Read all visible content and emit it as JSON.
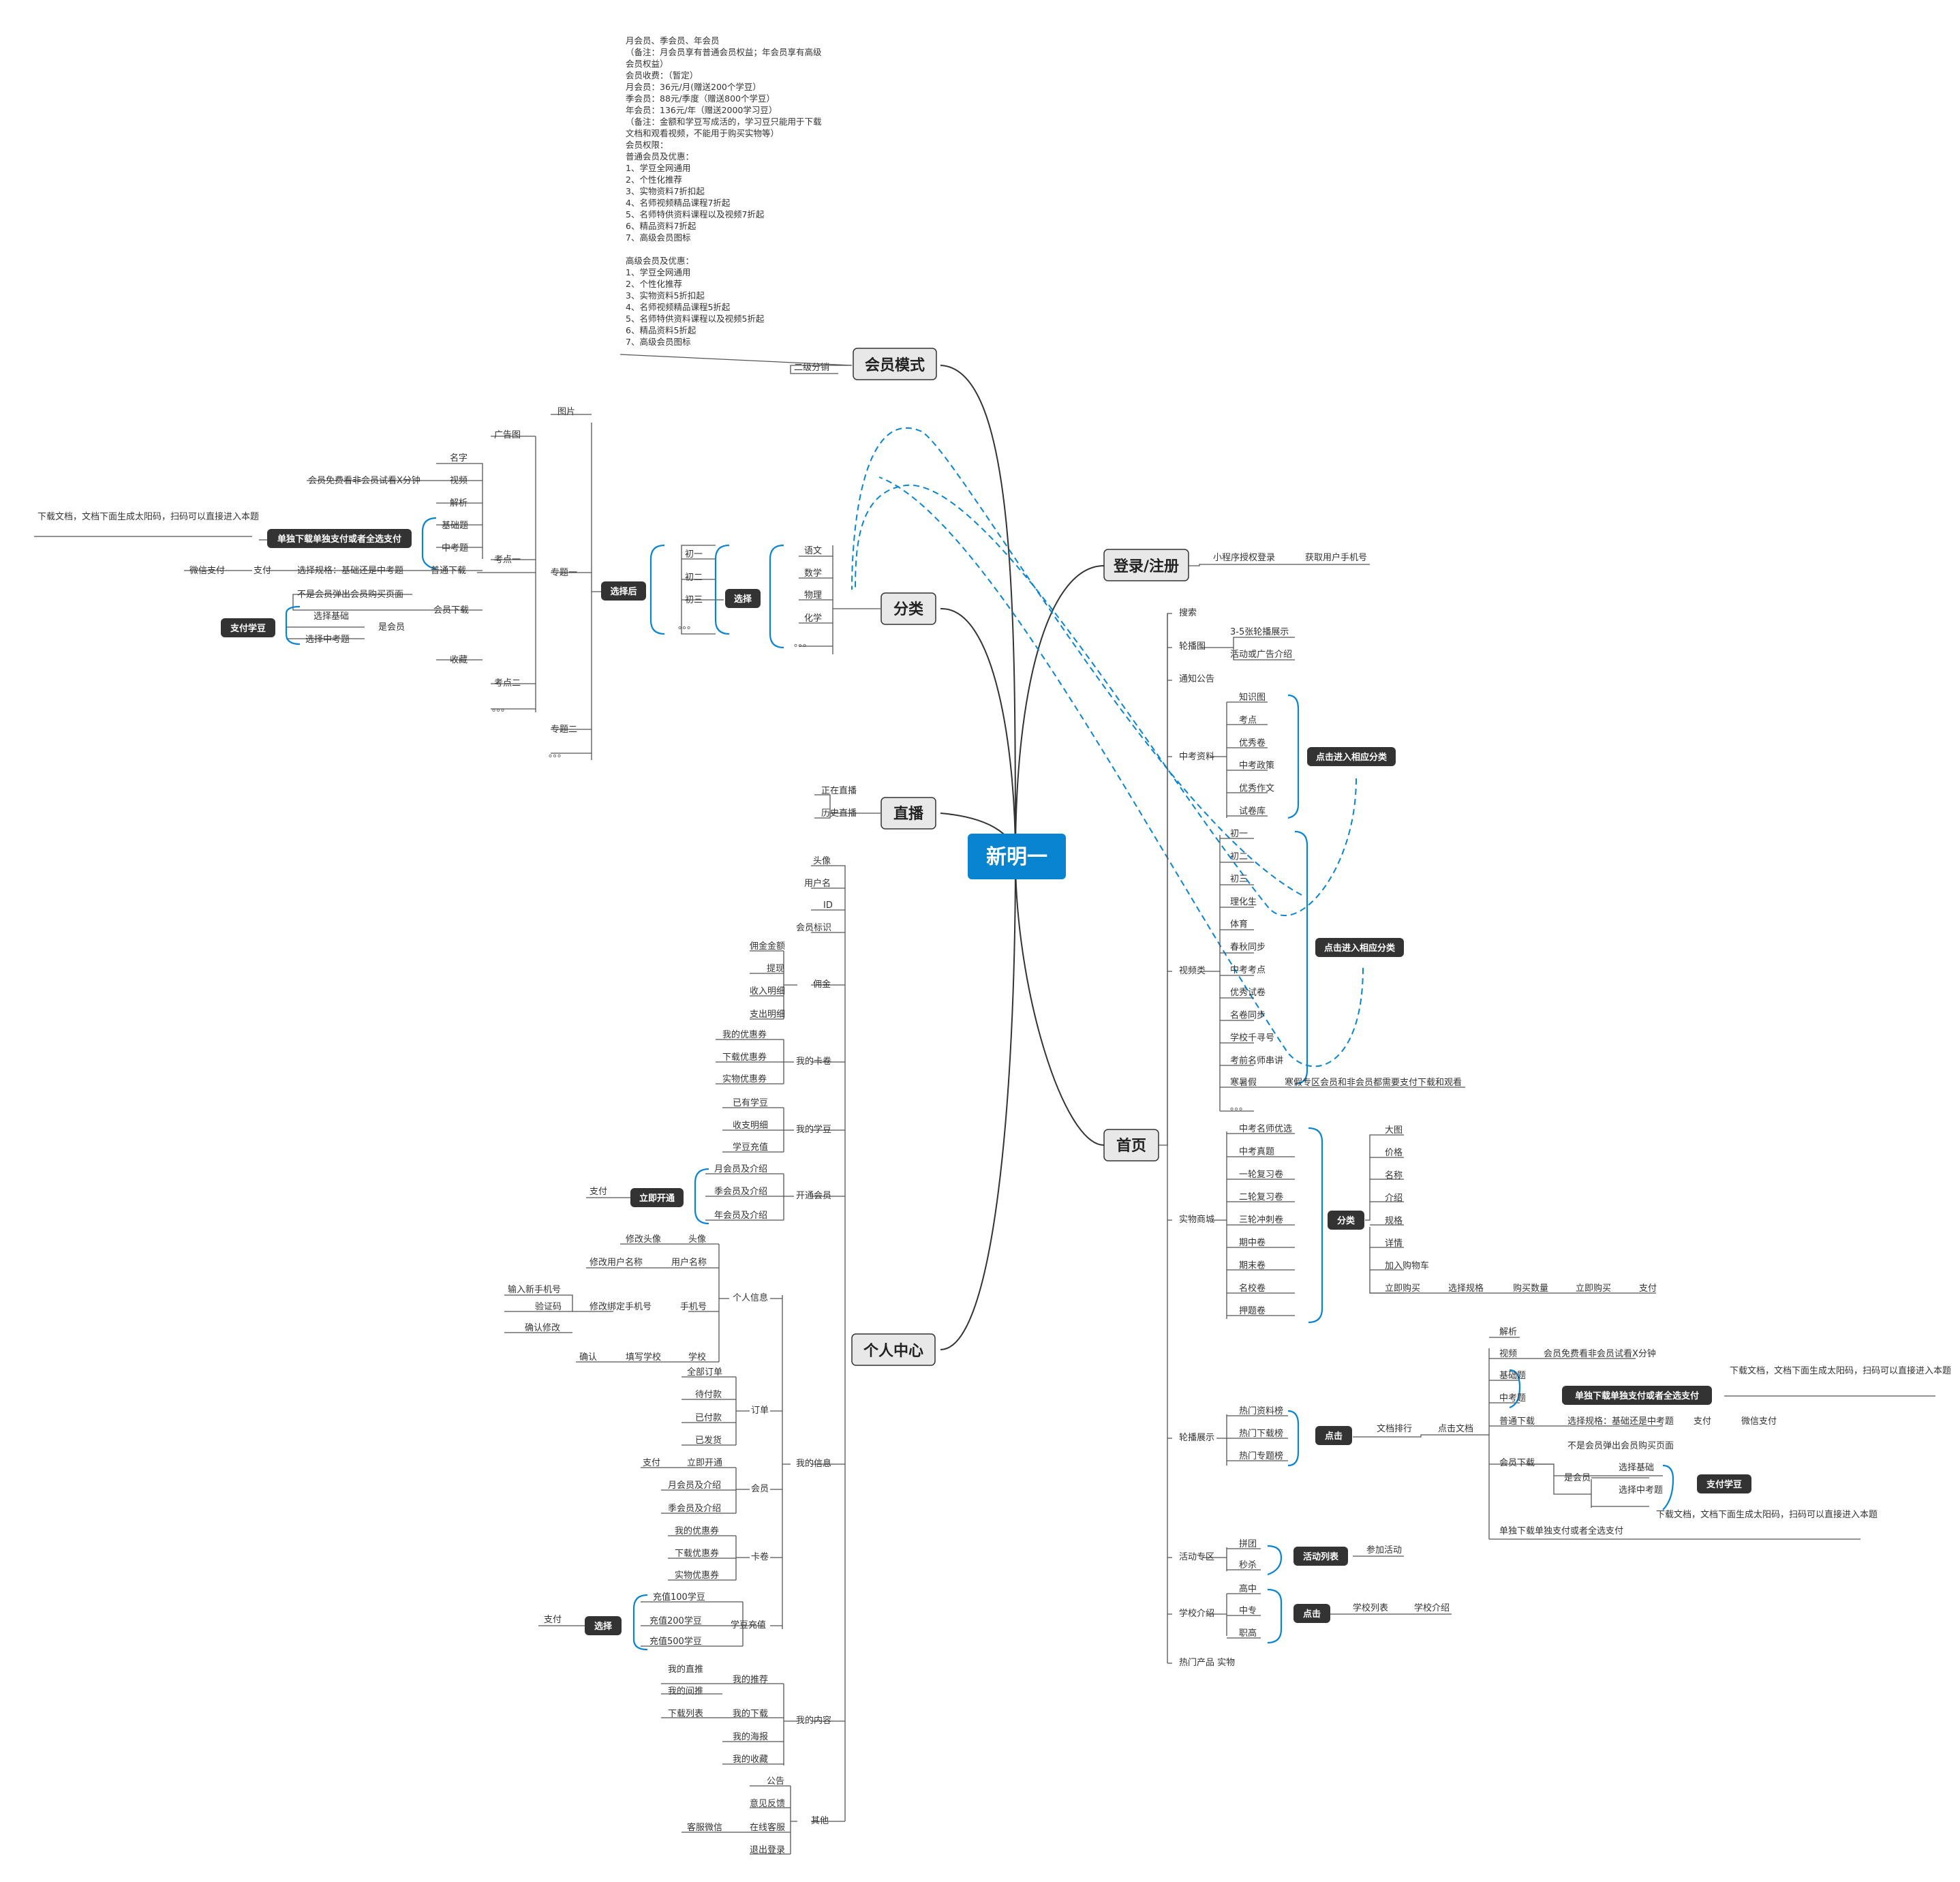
{
  "root": "新明一",
  "main_topics": {
    "membership": "会员模式",
    "login": "登录/注册",
    "category": "分类",
    "live": "直播",
    "home": "首页",
    "personal": "个人中心"
  },
  "membership": {
    "note_lines": [
      "月会员、季会员、年会员",
      "（备注：月会员享有普通会员权益；年会员享有高级",
      "会员权益）",
      "会员收费：（暂定）",
      "月会员：36元/月(赠送200个学豆）",
      "季会员：88元/季度（赠送800个学豆）",
      "年会员：136元/年（赠送2000学习豆）",
      "（备注：金额和学豆写成活的，学习豆只能用于下载",
      "文档和观看视频，不能用于购买实物等）",
      "会员权限：",
      "普通会员及优惠：",
      "1、学豆全网通用",
      "2、个性化推荐",
      "3、实物资料7折扣起",
      "4、名师视频精品课程7折起",
      "5、名师特供资料课程以及视频7折起",
      "6、精品资料7折起",
      "7、高级会员图标",
      "",
      "高级会员及优惠：",
      "1、学豆全网通用",
      "2、个性化推荐",
      "3、实物资料5折扣起",
      "4、名师视频精品课程5折起",
      "5、名师特供资料课程以及视频5折起",
      "6、精品资料5折起",
      "7、高级会员图标"
    ],
    "distribution": "二级分销"
  },
  "login": {
    "miniapp": "小程序授权登录",
    "phone": "获取用户手机号"
  },
  "category": {
    "subjects": [
      "语文",
      "数学",
      "物理",
      "化学",
      "。。。"
    ],
    "select": "选择",
    "grades": [
      "初一",
      "初二",
      "初三",
      "。。。"
    ],
    "after_select": "选择后",
    "topic1": "专题一",
    "topic2": "专题二",
    "topic_more": "。。。",
    "point1": "考点一",
    "point2": "考点二",
    "point_more": "。。。",
    "ad_image": "广告图",
    "image": "图片",
    "name": "名字",
    "video": "视频",
    "video_trial": "会员免费看非会员试看X分钟",
    "analysis": "解析",
    "basic": "基础题",
    "zhongkao": "中考题",
    "single_download": "单独下载单独支付或者全选支付",
    "download_note": "下载文档，文档下面生成太阳码，扫码可以直接进入本题",
    "normal_download": "普通下载",
    "select_spec": "选择规格：基础还是中考题",
    "pay": "支付",
    "wechat_pay": "微信支付",
    "member_download": "会员下载",
    "not_member": "不是会员弹出会员购买页面",
    "is_member": "是会员",
    "choose_basic": "选择基础",
    "choose_zhongkao": "选择中考题",
    "pay_beans": "支付学豆",
    "collect": "收藏"
  },
  "live": {
    "now": "正在直播",
    "history": "历史直播"
  },
  "home": {
    "search": "搜索",
    "banner": "轮播图",
    "banner_items": [
      "3-5张轮播展示",
      "活动或广告介绍"
    ],
    "notice": "通知公告",
    "zk_material": "中考资料",
    "zk_items": [
      "知识图",
      "考点",
      "优秀卷",
      "中考政策",
      "优秀作文",
      "试卷库"
    ],
    "click_category": "点击进入相应分类",
    "video_cat": "视频类",
    "video_items": [
      "初一",
      "初二",
      "初三",
      "理化生",
      "体育",
      "春秋同步",
      "中考考点",
      "优秀试卷",
      "名卷同步",
      "学校千寻号",
      "考前名师串讲"
    ],
    "winter": "寒暑假",
    "winter_note": "寒假专区会员和非会员都需要支付下载和观看",
    "video_more": "。。。",
    "mall": "实物商城",
    "mall_items": [
      "中考名师优选",
      "中考真题",
      "一轮复习卷",
      "二轮复习卷",
      "三轮冲刺卷",
      "期中卷",
      "期末卷",
      "名校卷",
      "押题卷"
    ],
    "classify": "分类",
    "product_items": [
      "大图",
      "价格",
      "名称",
      "介绍",
      "规格",
      "详情",
      "加入购物车"
    ],
    "buy_chain": [
      "立即购买",
      "选择规格",
      "购买数量",
      "立即购买",
      "支付"
    ],
    "rank_show": "轮播展示",
    "rank_items": [
      "热门资料榜",
      "热门下载榜",
      "热门专题榜"
    ],
    "click": "点击",
    "doc_rank": "文档排行",
    "click_doc": "点击文档",
    "doc_analysis": "解析",
    "doc_video": "视频",
    "doc_video_trial": "会员免费看非会员试看X分钟",
    "doc_basic": "基础题",
    "doc_zhongkao": "中考题",
    "doc_single": "单独下载单独支付或者全选支付",
    "doc_download_note": "下载文档，文档下面生成太阳码，扫码可以直接进入本题",
    "doc_normal": "普通下载",
    "doc_select_spec": "选择规格：基础还是中考题",
    "doc_pay": "支付",
    "doc_wechat": "微信支付",
    "doc_member": "会员下载",
    "doc_not_member": "不是会员弹出会员购买页面",
    "doc_is_member": "是会员",
    "doc_choose_basic": "选择基础",
    "doc_choose_zk": "选择中考题",
    "doc_pay_beans": "支付学豆",
    "doc_single2": "单独下载单独支付或者全选支付",
    "doc_download_note2": "下载文档，文档下面生成太阳码，扫码可以直接进入本题",
    "activity": "活动专区",
    "activity_items": [
      "拼团",
      "秒杀"
    ],
    "activity_list": "活动列表",
    "join": "参加活动",
    "school": "学校介绍",
    "school_items": [
      "高中",
      "中专",
      "职高"
    ],
    "school_click": "点击",
    "school_list": "学校列表",
    "school_intro": "学校介绍",
    "hot_products": "热门产品 实物"
  },
  "personal": {
    "fields": [
      "头像",
      "用户名",
      "ID",
      "会员标识"
    ],
    "commission": "佣金",
    "commission_items": [
      "佣金金额",
      "提现",
      "收入明细",
      "支出明细"
    ],
    "coupons": "我的卡卷",
    "coupon_items": [
      "我的优惠券",
      "下载优惠券",
      "实物优惠券"
    ],
    "beans": "我的学豆",
    "bean_items": [
      "已有学豆",
      "收支明细",
      "学豆充值"
    ],
    "open_member": "开通会员",
    "member_items": [
      "月会员及介绍",
      "季会员及介绍",
      "年会员及介绍"
    ],
    "open_now": "立即开通",
    "pay": "支付",
    "my_info": "我的信息",
    "personal_info": "个人信息",
    "info_rows": [
      [
        "修改头像",
        "头像"
      ],
      [
        "修改用户名称",
        "用户名称"
      ]
    ],
    "phone": "手机号",
    "change_phone": "修改绑定手机号",
    "phone_steps": [
      "输入新手机号",
      "验证码",
      "确认修改"
    ],
    "school": "学校",
    "fill_school": "填写学校",
    "confirm": "确认",
    "orders": "订单",
    "order_items": [
      "全部订单",
      "待付款",
      "已付款",
      "已发货"
    ],
    "member": "会员",
    "member_sub": [
      "立即开通",
      "月会员及介绍",
      "季会员及介绍"
    ],
    "member_pay": "支付",
    "cards": "卡卷",
    "card_items": [
      "我的优惠券",
      "下载优惠券",
      "实物优惠券"
    ],
    "recharge": "学豆充值",
    "recharge_items": [
      "充值100学豆",
      "充值200学豆",
      "充值500学豆"
    ],
    "recharge_select": "选择",
    "recharge_pay": "支付",
    "my_content": "我的内容",
    "recommend": "我的推荐",
    "recommend_items": [
      "我的直推",
      "我的间推"
    ],
    "downloads": "我的下载",
    "download_list": "下载列表",
    "posters": "我的海报",
    "favorites": "我的收藏",
    "other": "其他",
    "other_items": [
      "公告",
      "意见反馈",
      "在线客服",
      "退出登录"
    ],
    "service_wechat": "客服微信"
  },
  "colors": {
    "root": "#0884d0",
    "pill": "#333333",
    "topic_fill": "#e8e8e8",
    "dashed": "#0884d0",
    "line": "#555555"
  }
}
